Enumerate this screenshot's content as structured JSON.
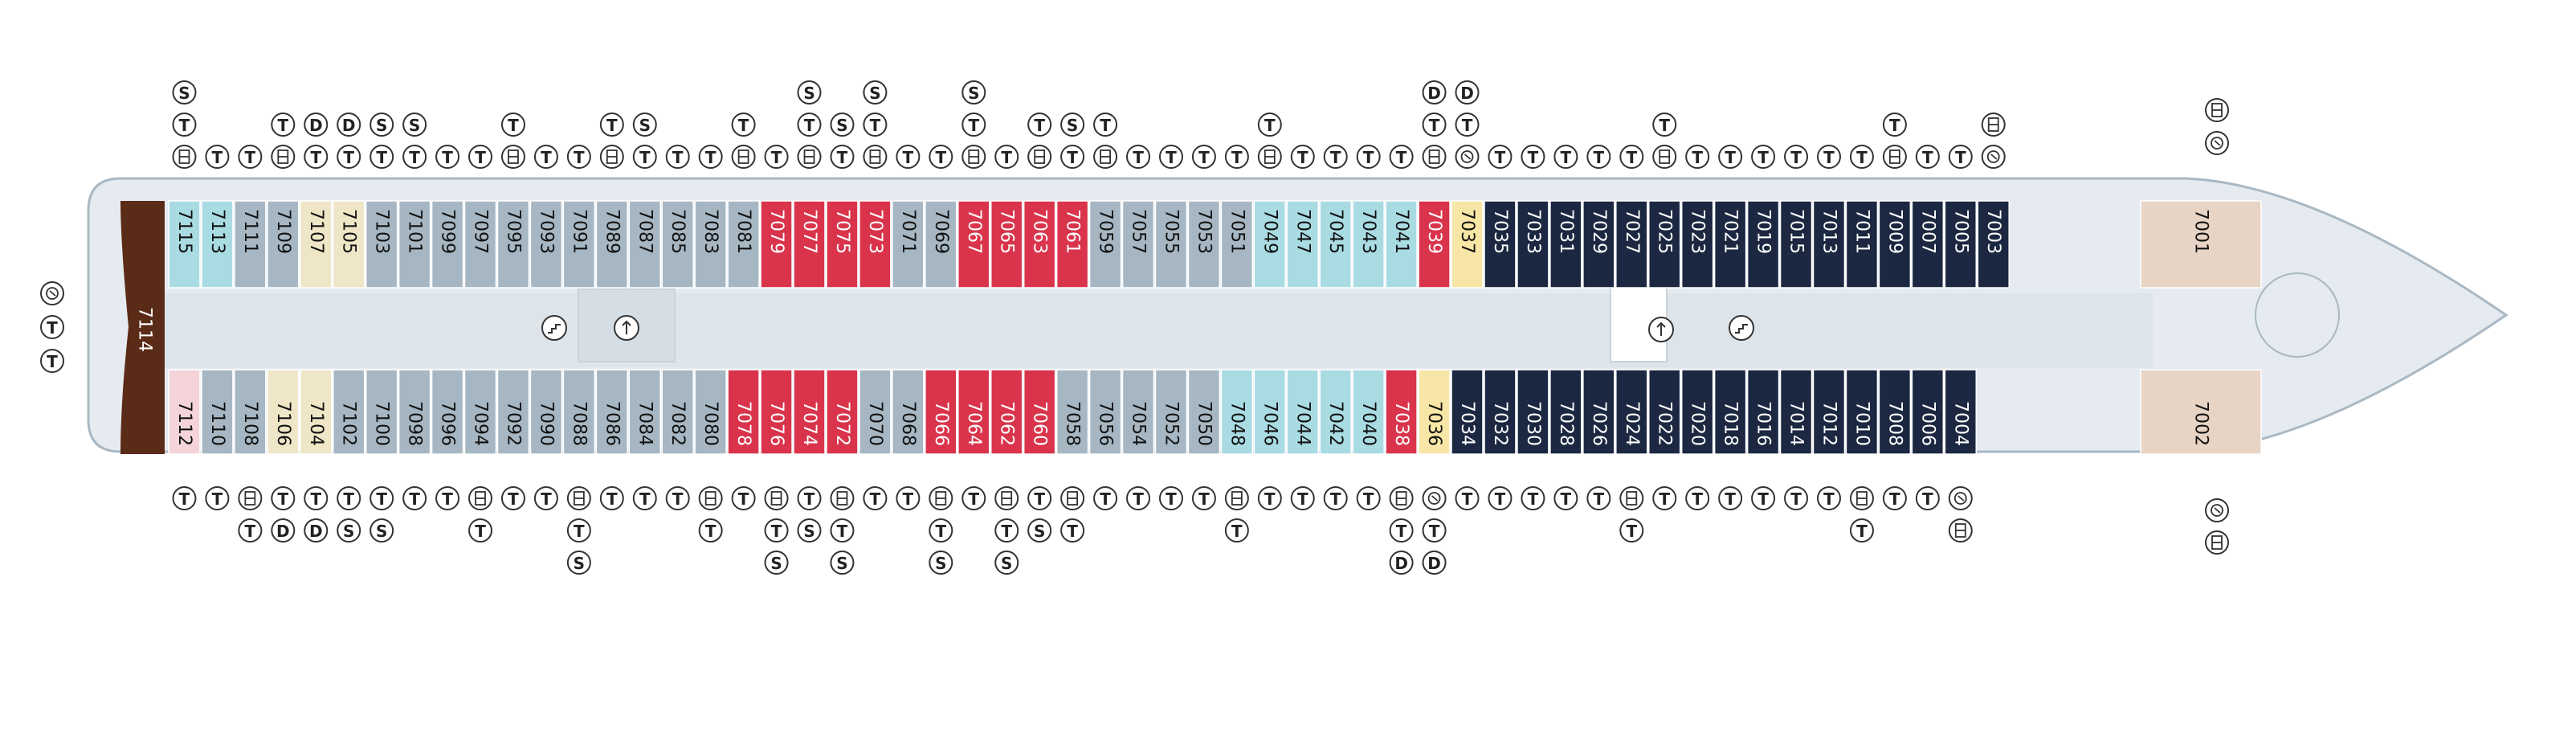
{
  "colors": {
    "hull": "#e5ebf0",
    "hull_stroke": "#a9b8c4",
    "corridor": "#dde4ea",
    "navy": "#1c2841",
    "red": "#d9344b",
    "lightblue": "#a9dbe3",
    "grey": "#a6b7c3",
    "cream": "#eee6c6",
    "yellow": "#f7e6a5",
    "pink": "#f4d4d9",
    "brown": "#5a2b17",
    "aft": "#e8d4c5",
    "symbol_stroke": "#333333"
  },
  "icons": {
    "T": "twin-beds-icon",
    "S": "sofa-bed-icon",
    "D": "double-bed-icon",
    "B": "bunk-bed-icon",
    "W": "wheelchair-accessible-icon",
    "stairs": "stairs-icon",
    "lift": "lift-icon"
  },
  "symbol_letters": {
    "T": "T",
    "S": "S",
    "D": "D"
  },
  "suite": {
    "label": "7114"
  },
  "top_cabins": [
    {
      "label": "7115",
      "color": "lightblue",
      "syms": [
        "S",
        "T",
        "B"
      ]
    },
    {
      "label": "7113",
      "color": "lightblue",
      "syms": [
        "T"
      ]
    },
    {
      "label": "7111",
      "color": "grey",
      "syms": [
        "T"
      ]
    },
    {
      "label": "7109",
      "color": "grey",
      "syms": [
        "T",
        "B"
      ]
    },
    {
      "label": "7107",
      "color": "cream",
      "syms": [
        "D",
        "T"
      ]
    },
    {
      "label": "7105",
      "color": "cream",
      "syms": [
        "D",
        "T"
      ]
    },
    {
      "label": "7103",
      "color": "grey",
      "syms": [
        "S",
        "T"
      ]
    },
    {
      "label": "7101",
      "color": "grey",
      "syms": [
        "S",
        "T"
      ]
    },
    {
      "label": "7099",
      "color": "grey",
      "syms": [
        "T"
      ]
    },
    {
      "label": "7097",
      "color": "grey",
      "syms": [
        "T"
      ]
    },
    {
      "label": "7095",
      "color": "grey",
      "syms": [
        "T",
        "B"
      ]
    },
    {
      "label": "7093",
      "color": "grey",
      "syms": [
        "T"
      ]
    },
    {
      "label": "7091",
      "color": "grey",
      "syms": [
        "T"
      ]
    },
    {
      "label": "7089",
      "color": "grey",
      "syms": [
        "T",
        "B"
      ]
    },
    {
      "label": "7087",
      "color": "grey",
      "syms": [
        "S",
        "T"
      ]
    },
    {
      "label": "7085",
      "color": "grey",
      "syms": [
        "T"
      ]
    },
    {
      "label": "7083",
      "color": "grey",
      "syms": [
        "T"
      ]
    },
    {
      "label": "7081",
      "color": "grey",
      "syms": [
        "T",
        "B"
      ]
    },
    {
      "label": "7079",
      "color": "red",
      "syms": [
        "T"
      ]
    },
    {
      "label": "7077",
      "color": "red",
      "syms": [
        "S",
        "T",
        "B"
      ]
    },
    {
      "label": "7075",
      "color": "red",
      "syms": [
        "S",
        "T"
      ]
    },
    {
      "label": "7073",
      "color": "red",
      "syms": [
        "S",
        "T",
        "B"
      ]
    },
    {
      "label": "7071",
      "color": "grey",
      "syms": [
        "T"
      ]
    },
    {
      "label": "7069",
      "color": "grey",
      "syms": [
        "T"
      ]
    },
    {
      "label": "7067",
      "color": "red",
      "syms": [
        "S",
        "T",
        "B"
      ]
    },
    {
      "label": "7065",
      "color": "red",
      "syms": [
        "T"
      ]
    },
    {
      "label": "7063",
      "color": "red",
      "syms": [
        "T",
        "B"
      ]
    },
    {
      "label": "7061",
      "color": "red",
      "syms": [
        "S",
        "T"
      ]
    },
    {
      "label": "7059",
      "color": "grey",
      "syms": [
        "T",
        "B"
      ]
    },
    {
      "label": "7057",
      "color": "grey",
      "syms": [
        "T"
      ]
    },
    {
      "label": "7055",
      "color": "grey",
      "syms": [
        "T"
      ]
    },
    {
      "label": "7053",
      "color": "grey",
      "syms": [
        "T"
      ]
    },
    {
      "label": "7051",
      "color": "grey",
      "syms": [
        "T"
      ]
    },
    {
      "label": "7049",
      "color": "lightblue",
      "syms": [
        "T",
        "B"
      ]
    },
    {
      "label": "7047",
      "color": "lightblue",
      "syms": [
        "T"
      ]
    },
    {
      "label": "7045",
      "color": "lightblue",
      "syms": [
        "T"
      ]
    },
    {
      "label": "7043",
      "color": "lightblue",
      "syms": [
        "T"
      ]
    },
    {
      "label": "7041",
      "color": "lightblue",
      "syms": [
        "T"
      ]
    },
    {
      "label": "7039",
      "color": "red",
      "syms": [
        "D",
        "T",
        "B"
      ]
    },
    {
      "label": "7037",
      "color": "yellow",
      "syms": [
        "D",
        "T",
        "W"
      ]
    },
    {
      "label": "7035",
      "color": "navy",
      "syms": [
        "T"
      ]
    },
    {
      "label": "7033",
      "color": "navy",
      "syms": [
        "T"
      ]
    },
    {
      "label": "7031",
      "color": "navy",
      "syms": [
        "T"
      ]
    },
    {
      "label": "7029",
      "color": "navy",
      "syms": [
        "T"
      ]
    },
    {
      "label": "7027",
      "color": "navy",
      "syms": [
        "T"
      ]
    },
    {
      "label": "7025",
      "color": "navy",
      "syms": [
        "T",
        "B"
      ]
    },
    {
      "label": "7023",
      "color": "navy",
      "syms": [
        "T"
      ]
    },
    {
      "label": "7021",
      "color": "navy",
      "syms": [
        "T"
      ]
    },
    {
      "label": "7019",
      "color": "navy",
      "syms": [
        "T"
      ]
    },
    {
      "label": "7015",
      "color": "navy",
      "syms": [
        "T"
      ]
    },
    {
      "label": "7013",
      "color": "navy",
      "syms": [
        "T"
      ]
    },
    {
      "label": "7011",
      "color": "navy",
      "syms": [
        "T"
      ]
    },
    {
      "label": "7009",
      "color": "navy",
      "syms": [
        "T",
        "B"
      ]
    },
    {
      "label": "7007",
      "color": "navy",
      "syms": [
        "T"
      ]
    },
    {
      "label": "7005",
      "color": "navy",
      "syms": [
        "T"
      ]
    },
    {
      "label": "7003",
      "color": "navy",
      "syms": [
        "B",
        "W"
      ]
    },
    {
      "label": "7001",
      "color": "aft",
      "syms": []
    }
  ],
  "bottom_cabins": [
    {
      "label": "7112",
      "color": "pink",
      "syms": [
        "T"
      ]
    },
    {
      "label": "7110",
      "color": "grey",
      "syms": [
        "T"
      ]
    },
    {
      "label": "7108",
      "color": "grey",
      "syms": [
        "B",
        "T"
      ]
    },
    {
      "label": "7106",
      "color": "cream",
      "syms": [
        "T",
        "D"
      ]
    },
    {
      "label": "7104",
      "color": "cream",
      "syms": [
        "T",
        "D"
      ]
    },
    {
      "label": "7102",
      "color": "grey",
      "syms": [
        "T",
        "S"
      ]
    },
    {
      "label": "7100",
      "color": "grey",
      "syms": [
        "T",
        "S"
      ]
    },
    {
      "label": "7098",
      "color": "grey",
      "syms": [
        "T"
      ]
    },
    {
      "label": "7096",
      "color": "grey",
      "syms": [
        "T"
      ]
    },
    {
      "label": "7094",
      "color": "grey",
      "syms": [
        "B",
        "T"
      ]
    },
    {
      "label": "7092",
      "color": "grey",
      "syms": [
        "T"
      ]
    },
    {
      "label": "7090",
      "color": "grey",
      "syms": [
        "T"
      ]
    },
    {
      "label": "7088",
      "color": "grey",
      "syms": [
        "B",
        "T",
        "S"
      ]
    },
    {
      "label": "7086",
      "color": "grey",
      "syms": [
        "T"
      ]
    },
    {
      "label": "7084",
      "color": "grey",
      "syms": [
        "T"
      ]
    },
    {
      "label": "7082",
      "color": "grey",
      "syms": [
        "T"
      ]
    },
    {
      "label": "7080",
      "color": "grey",
      "syms": [
        "B",
        "T"
      ]
    },
    {
      "label": "7078",
      "color": "red",
      "syms": [
        "T"
      ]
    },
    {
      "label": "7076",
      "color": "red",
      "syms": [
        "B",
        "T",
        "S"
      ]
    },
    {
      "label": "7074",
      "color": "red",
      "syms": [
        "T",
        "S"
      ]
    },
    {
      "label": "7072",
      "color": "red",
      "syms": [
        "B",
        "T",
        "S"
      ]
    },
    {
      "label": "7070",
      "color": "grey",
      "syms": [
        "T"
      ]
    },
    {
      "label": "7068",
      "color": "grey",
      "syms": [
        "T"
      ]
    },
    {
      "label": "7066",
      "color": "red",
      "syms": [
        "B",
        "T",
        "S"
      ]
    },
    {
      "label": "7064",
      "color": "red",
      "syms": [
        "T"
      ]
    },
    {
      "label": "7062",
      "color": "red",
      "syms": [
        "B",
        "T",
        "S"
      ]
    },
    {
      "label": "7060",
      "color": "red",
      "syms": [
        "T",
        "S"
      ]
    },
    {
      "label": "7058",
      "color": "grey",
      "syms": [
        "B",
        "T"
      ]
    },
    {
      "label": "7056",
      "color": "grey",
      "syms": [
        "T"
      ]
    },
    {
      "label": "7054",
      "color": "grey",
      "syms": [
        "T"
      ]
    },
    {
      "label": "7052",
      "color": "grey",
      "syms": [
        "T"
      ]
    },
    {
      "label": "7050",
      "color": "grey",
      "syms": [
        "T"
      ]
    },
    {
      "label": "7048",
      "color": "lightblue",
      "syms": [
        "B",
        "T"
      ]
    },
    {
      "label": "7046",
      "color": "lightblue",
      "syms": [
        "T"
      ]
    },
    {
      "label": "7044",
      "color": "lightblue",
      "syms": [
        "T"
      ]
    },
    {
      "label": "7042",
      "color": "lightblue",
      "syms": [
        "T"
      ]
    },
    {
      "label": "7040",
      "color": "lightblue",
      "syms": [
        "T"
      ]
    },
    {
      "label": "7038",
      "color": "red",
      "syms": [
        "B",
        "T",
        "D"
      ]
    },
    {
      "label": "7036",
      "color": "yellow",
      "syms": [
        "W",
        "T",
        "D"
      ]
    },
    {
      "label": "7034",
      "color": "navy",
      "syms": [
        "T"
      ]
    },
    {
      "label": "7032",
      "color": "navy",
      "syms": [
        "T"
      ]
    },
    {
      "label": "7030",
      "color": "navy",
      "syms": [
        "T"
      ]
    },
    {
      "label": "7028",
      "color": "navy",
      "syms": [
        "T"
      ]
    },
    {
      "label": "7026",
      "color": "navy",
      "syms": [
        "T"
      ]
    },
    {
      "label": "7024",
      "color": "navy",
      "syms": [
        "B",
        "T"
      ]
    },
    {
      "label": "7022",
      "color": "navy",
      "syms": [
        "T"
      ]
    },
    {
      "label": "7020",
      "color": "navy",
      "syms": [
        "T"
      ]
    },
    {
      "label": "7018",
      "color": "navy",
      "syms": [
        "T"
      ]
    },
    {
      "label": "7016",
      "color": "navy",
      "syms": [
        "T"
      ]
    },
    {
      "label": "7014",
      "color": "navy",
      "syms": [
        "T"
      ]
    },
    {
      "label": "7012",
      "color": "navy",
      "syms": [
        "T"
      ]
    },
    {
      "label": "7010",
      "color": "navy",
      "syms": [
        "B",
        "T"
      ]
    },
    {
      "label": "7008",
      "color": "navy",
      "syms": [
        "T"
      ]
    },
    {
      "label": "7006",
      "color": "navy",
      "syms": [
        "T"
      ]
    },
    {
      "label": "7004",
      "color": "navy",
      "syms": [
        "W",
        "B"
      ]
    },
    {
      "label": "7002",
      "color": "aft",
      "syms": []
    }
  ],
  "suite_syms": [
    "W",
    "T",
    "T"
  ],
  "facilities": [
    "stairs-icon",
    "lift-icon",
    "lift-icon",
    "stairs-icon"
  ]
}
